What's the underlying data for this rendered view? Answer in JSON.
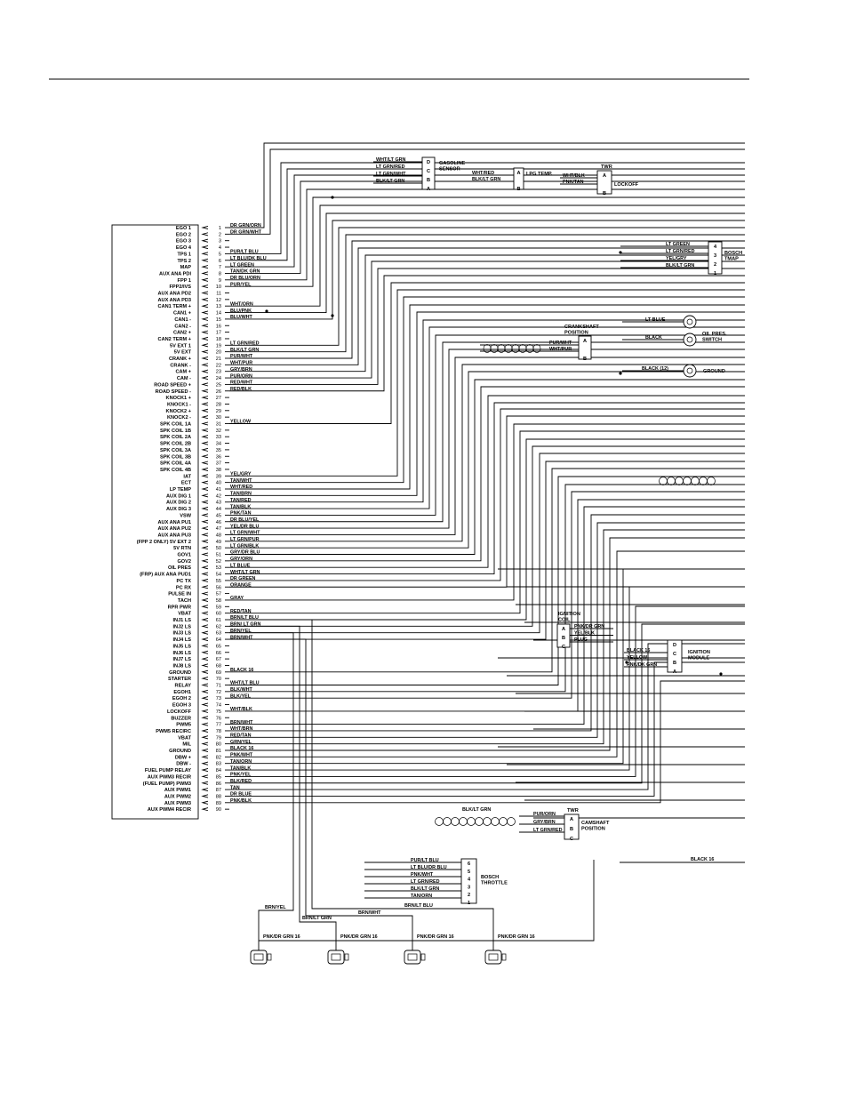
{
  "pins": [
    {
      "num": "1",
      "label": "EGO 1",
      "wire": "DR GRN/ORN"
    },
    {
      "num": "2",
      "label": "EGO 2",
      "wire": "DR GRN/WHT"
    },
    {
      "num": "3",
      "label": "EGO 3",
      "wire": ""
    },
    {
      "num": "4",
      "label": "EGO 4",
      "wire": ""
    },
    {
      "num": "5",
      "label": "TPS 1",
      "wire": "PUR/LT BLU"
    },
    {
      "num": "6",
      "label": "TPS 2",
      "wire": "LT BLU/DK BLU"
    },
    {
      "num": "7",
      "label": "MAP",
      "wire": "LT GREEN"
    },
    {
      "num": "8",
      "label": "AUX ANA PDI",
      "wire": "TAN/DK GRN"
    },
    {
      "num": "9",
      "label": "FPP 1",
      "wire": "DR BLU/ORN"
    },
    {
      "num": "10",
      "label": "FPP2/IVS",
      "wire": "PUR/YEL"
    },
    {
      "num": "11",
      "label": "AUX ANA PD2",
      "wire": ""
    },
    {
      "num": "12",
      "label": "AUX ANA PD3",
      "wire": ""
    },
    {
      "num": "13",
      "label": "CAN1 TERM +",
      "wire": "WHT/ORN"
    },
    {
      "num": "14",
      "label": "CAN1 +",
      "wire": "BLU/PNK"
    },
    {
      "num": "15",
      "label": "CAN1 -",
      "wire": "BLU/WHT"
    },
    {
      "num": "16",
      "label": "CAN2 -",
      "wire": ""
    },
    {
      "num": "17",
      "label": "CAN2 +",
      "wire": ""
    },
    {
      "num": "18",
      "label": "CAN2 TERM +",
      "wire": ""
    },
    {
      "num": "19",
      "label": "5V EXT 1",
      "wire": "LT GRN/RED"
    },
    {
      "num": "20",
      "label": "5V EXT",
      "wire": "BLK/LT GRN"
    },
    {
      "num": "21",
      "label": "CRANK +",
      "wire": "PUR/WHT"
    },
    {
      "num": "22",
      "label": "CRANK -",
      "wire": "WHT/PUR"
    },
    {
      "num": "23",
      "label": "CAM +",
      "wire": "GRY/BRN"
    },
    {
      "num": "24",
      "label": "CAM -",
      "wire": "PUR/ORN"
    },
    {
      "num": "25",
      "label": "ROAD SPEED +",
      "wire": "RED/WHT"
    },
    {
      "num": "26",
      "label": "ROAD SPEED -",
      "wire": "RED/BLK"
    },
    {
      "num": "27",
      "label": "KNOCK1 +",
      "wire": ""
    },
    {
      "num": "28",
      "label": "KNOCK1 -",
      "wire": ""
    },
    {
      "num": "29",
      "label": "KNOCK2 +",
      "wire": ""
    },
    {
      "num": "30",
      "label": "KNOCK2 -",
      "wire": ""
    },
    {
      "num": "31",
      "label": "SPK COIL 1A",
      "wire": "YELLOW"
    },
    {
      "num": "32",
      "label": "SPK COIL 1B",
      "wire": ""
    },
    {
      "num": "33",
      "label": "SPK COIL 2A",
      "wire": ""
    },
    {
      "num": "34",
      "label": "SPK COIL 2B",
      "wire": ""
    },
    {
      "num": "35",
      "label": "SPK COIL 3A",
      "wire": ""
    },
    {
      "num": "36",
      "label": "SPK COIL 3B",
      "wire": ""
    },
    {
      "num": "37",
      "label": "SPK COIL 4A",
      "wire": ""
    },
    {
      "num": "38",
      "label": "SPK COIL 4B",
      "wire": ""
    },
    {
      "num": "39",
      "label": "IAT",
      "wire": "YEL/GRY"
    },
    {
      "num": "40",
      "label": "ECT",
      "wire": "TAN/WHT"
    },
    {
      "num": "41",
      "label": "LP TEMP",
      "wire": "WHT/RED"
    },
    {
      "num": "42",
      "label": "AUX DIG 1",
      "wire": "TAN/BRN"
    },
    {
      "num": "43",
      "label": "AUX DIG 2",
      "wire": "TAN/RED"
    },
    {
      "num": "44",
      "label": "AUX DIG 3",
      "wire": "TAN/BLK"
    },
    {
      "num": "45",
      "label": "VSW",
      "wire": "PNK/TAN"
    },
    {
      "num": "46",
      "label": "AUX ANA PU1",
      "wire": "DR BLU/YEL"
    },
    {
      "num": "47",
      "label": "AUX ANA PU2",
      "wire": "YEL/DR BLU"
    },
    {
      "num": "48",
      "label": "AUX ANA PU3",
      "wire": "LT GRN/WHT"
    },
    {
      "num": "49",
      "label": "(FPP 2 ONLY) 5V EXT 2",
      "wire": "LT GRN/PUR"
    },
    {
      "num": "50",
      "label": "5V RTN",
      "wire": "LT GRN/BLK"
    },
    {
      "num": "51",
      "label": "GOV1",
      "wire": "GRY/DR BLU"
    },
    {
      "num": "52",
      "label": "GOV2",
      "wire": "GRY/ORN"
    },
    {
      "num": "53",
      "label": "OIL PRES",
      "wire": "LT BLUE"
    },
    {
      "num": "54",
      "label": "(FRP) AUX ANA PUD1",
      "wire": "WHT/LT GRN"
    },
    {
      "num": "55",
      "label": "PC TX",
      "wire": "DR GREEN"
    },
    {
      "num": "56",
      "label": "PC RX",
      "wire": "ORANGE"
    },
    {
      "num": "57",
      "label": "PULSE IN",
      "wire": ""
    },
    {
      "num": "58",
      "label": "TACH",
      "wire": "GRAY"
    },
    {
      "num": "59",
      "label": "RPR PWR",
      "wire": ""
    },
    {
      "num": "60",
      "label": "VBAT",
      "wire": "RED/TAN"
    },
    {
      "num": "61",
      "label": "INJ1 LS",
      "wire": "BRN/LT BLU"
    },
    {
      "num": "62",
      "label": "INJ2 LS",
      "wire": "BRN/ LT GRN"
    },
    {
      "num": "63",
      "label": "INJ3 LS",
      "wire": "BRN/YEL"
    },
    {
      "num": "64",
      "label": "INJ4 LS",
      "wire": "BRN/WHT"
    },
    {
      "num": "65",
      "label": "INJ5 LS",
      "wire": ""
    },
    {
      "num": "66",
      "label": "INJ6 LS",
      "wire": ""
    },
    {
      "num": "67",
      "label": "INJ7 LS",
      "wire": ""
    },
    {
      "num": "68",
      "label": "INJ8 LS",
      "wire": ""
    },
    {
      "num": "69",
      "label": "GROUND",
      "wire": "BLACK 16"
    },
    {
      "num": "70",
      "label": "STARTER",
      "wire": ""
    },
    {
      "num": "71",
      "label": "RELAY",
      "wire": "WHT/LT BLU"
    },
    {
      "num": "72",
      "label": "EGOH1",
      "wire": "BLK/WHT"
    },
    {
      "num": "73",
      "label": "EGOH 2",
      "wire": "BLK/YEL"
    },
    {
      "num": "74",
      "label": "EGOH 3",
      "wire": ""
    },
    {
      "num": "75",
      "label": "LOCKOFF",
      "wire": "WHT/BLK"
    },
    {
      "num": "76",
      "label": "BUZZER",
      "wire": ""
    },
    {
      "num": "77",
      "label": "PWM5",
      "wire": "BRN/WHT"
    },
    {
      "num": "78",
      "label": "PWM5 RECIRC",
      "wire": "WHT/BRN"
    },
    {
      "num": "79",
      "label": "VBAT",
      "wire": "RED/TAN"
    },
    {
      "num": "80",
      "label": "MIL",
      "wire": "GRN/YEL"
    },
    {
      "num": "81",
      "label": "GROUND",
      "wire": "BLACK 16"
    },
    {
      "num": "82",
      "label": "DBW +",
      "wire": "PNK/WHT"
    },
    {
      "num": "83",
      "label": "DBW -",
      "wire": "TAN/ORN"
    },
    {
      "num": "84",
      "label": "FUEL PUMP RELAY",
      "wire": "TAN/BLK"
    },
    {
      "num": "85",
      "label": "AUX PWM3 RECIR",
      "wire": "PNK/YEL"
    },
    {
      "num": "86",
      "label": "(FUEL PUMP) PWM3",
      "wire": "BLK/RED"
    },
    {
      "num": "87",
      "label": "AUX PWM1",
      "wire": "TAN"
    },
    {
      "num": "88",
      "label": "AUX PWM2",
      "wire": "DR BLUE"
    },
    {
      "num": "89",
      "label": "AUX PWM3",
      "wire": "PNK/BLK"
    },
    {
      "num": "90",
      "label": "AUX PWM4 RECIR",
      "wire": ""
    }
  ],
  "components": {
    "gasoline_sensor": {
      "label": "GASOLINE\nSENSOR",
      "pins": [
        "D",
        "C",
        "B",
        "A"
      ],
      "wires": [
        "WHT/LT GRN",
        "LT GRN/RED",
        "LT GRN/WHT",
        "BLK/LT GRN"
      ]
    },
    "lpg_temp": {
      "label": "LPG TEMP.",
      "pins": [
        "A",
        "B"
      ],
      "wires": [
        "WHT/RED",
        "BLK/LT GRN"
      ]
    },
    "lockoff": {
      "label": "LOCKOFF",
      "header": "TWR",
      "pins": [
        "A",
        "B"
      ],
      "wires": [
        "WHT/BLK",
        "PNK/TAN"
      ]
    },
    "tmap": {
      "label": "BOSCH\nTMAP",
      "pins": [
        "4",
        "3",
        "2",
        "1"
      ],
      "wires": [
        "LT GREEN",
        "LT GRN/RED",
        "YEL/GRY",
        "BLK/LT GRN"
      ]
    },
    "crankshaft": {
      "label": "CRANKSHAFT\nPOSITION",
      "pins": [
        "A",
        "B"
      ],
      "wires": [
        "PUR/WHT",
        "WHT/PUR"
      ]
    },
    "oil_pres": {
      "label": "OIL PRES.\nSWITCH",
      "wire_top": "LT BLUE",
      "wire_bottom": "BLACK"
    },
    "ground": {
      "label": "GROUND",
      "wire": "BLACK (12)"
    },
    "ignition_coil": {
      "label": "IGNITION\nCOIL",
      "pins": [
        "A",
        "B",
        "C"
      ],
      "wires": [
        "PNK/DR GRN",
        "YEL/BLK",
        "PLUG"
      ]
    },
    "ignition_module": {
      "label": "IGNITION\nMODULE",
      "pins": [
        "D",
        "C",
        "B",
        "A"
      ],
      "wires": [
        "BLACK 16",
        "YELLOW",
        "PNK/DK GRN"
      ]
    },
    "camshaft": {
      "label": "CAMSHAFT\nPOSITION",
      "header": "TWR",
      "pins": [
        "A",
        "B",
        "C"
      ],
      "wires": [
        "PUR/ORN",
        "GRY/BRN",
        "LT GRN/RED"
      ],
      "wire_top": "BLK/LT GRN"
    },
    "throttle": {
      "label": "BOSCH\nTHROTTLE",
      "pins": [
        "6",
        "5",
        "4",
        "3",
        "2",
        "1"
      ],
      "wires": [
        "PUR/LT BLU",
        "LT BLU/DR BLU",
        "PNK/WHT",
        "LT GRN/RED",
        "BLK/LT GRN",
        "TAN/ORN"
      ]
    },
    "black16": "BLACK 16",
    "injectors": {
      "wires_top": [
        "BRN/YEL",
        "BRN/LT GRN",
        "BRN/WHT",
        "BRN/LT BLU"
      ],
      "wires_bottom": [
        "PNK/DR GRN 16",
        "PNK/DR GRN 16",
        "PNK/DR GRN 16",
        "PNK/DR GRN 16"
      ]
    }
  }
}
